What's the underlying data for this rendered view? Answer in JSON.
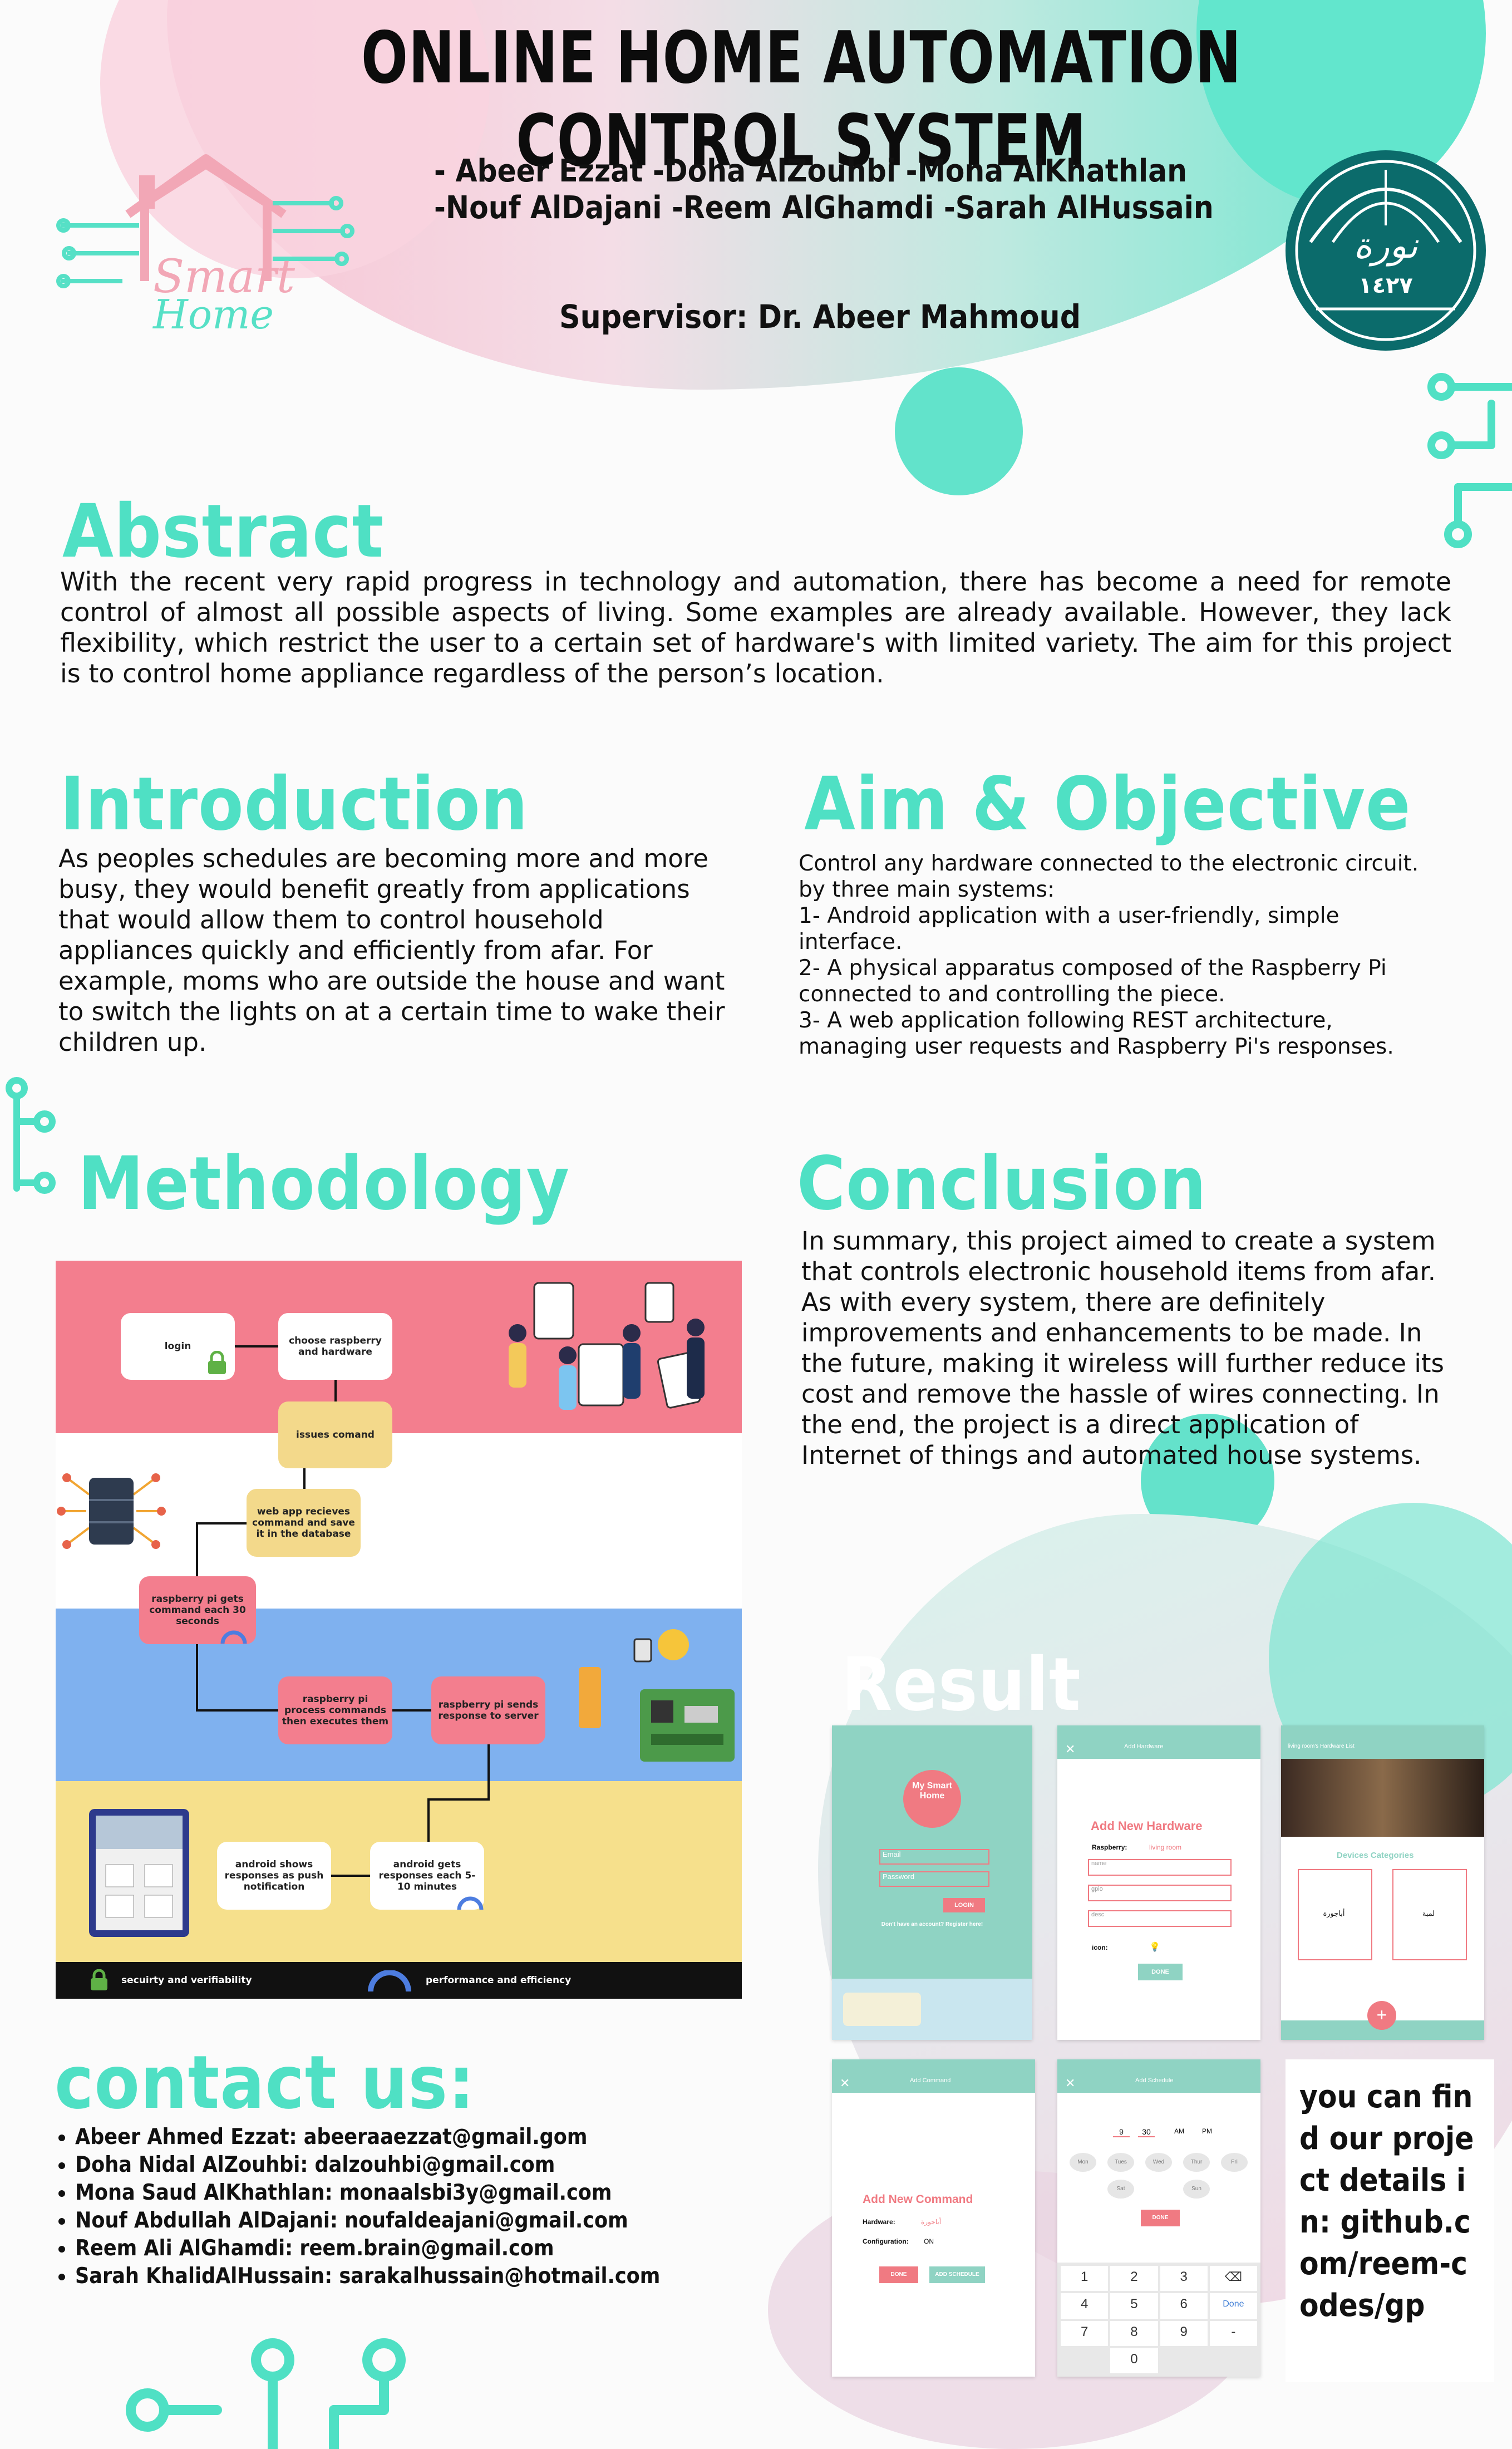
{
  "title": "ONLINE HOME AUTOMATION CONTROL SYSTEM",
  "authors": [
    "- Abeer Ezzat -Doha AlZouhbi -Mona AlKhathlan",
    "-Nouf AlDajani -Reem AlGhamdi -Sarah  AlHussain"
  ],
  "supervisor": "Supervisor: Dr. Abeer Mahmoud",
  "logo": {
    "line1": "Smart",
    "line2": "Home"
  },
  "seal": {
    "script": "نورة",
    "year": "١٤٢٧"
  },
  "abstract": {
    "heading": "Abstract",
    "text": "With the recent very rapid progress in technology and automation, there has become a need for remote control of almost all possible aspects of living. Some examples are already available. However, they lack flexibility, which restrict the user to a certain set of hardware's with limited variety. The aim for this project is to control home appliance regardless of the person’s location."
  },
  "introduction": {
    "heading": "Introduction",
    "text": "As peoples schedules are becoming more and more busy, they would benefit greatly from applications that would allow them to control household appliances quickly and efficiently from afar. For example, moms who are outside the house and want to switch the lights on at a certain time to wake their children up."
  },
  "aim": {
    "heading": "Aim & Objective",
    "lines": [
      "Control any hardware connected to the electronic circuit.",
      "by three main systems:",
      "1- Android application with a user-friendly, simple interface.",
      "2- A physical apparatus composed of the Raspberry Pi connected to and controlling the piece.",
      "3- A web application following REST architecture, managing user requests and Raspberry Pi's responses."
    ]
  },
  "methodology": {
    "heading": "Methodology",
    "boxes": {
      "login": "login",
      "choose": "choose raspberry and hardware",
      "issues": "issues comand",
      "webapp": "web app recieves command and save it in the database",
      "rpi_gets": "raspberry pi gets command each 30 seconds",
      "rpi_process": "raspberry pi  process commands then executes them",
      "rpi_sends": "raspberry pi  sends response to server",
      "android_gets": "android gets responses each 5-10 minutes",
      "android_shows": "android shows responses as push notification"
    },
    "legend": {
      "security": "secuirty and verifiability",
      "performance": "performance and efficiency"
    }
  },
  "conclusion": {
    "heading": "Conclusion",
    "text": "In summary, this project aimed to create a system that controls electronic household items from afar. As with every system, there are definitely improvements and enhancements to be made. In the future, making it wireless will further reduce its cost and remove the hassle of wires connecting. In the end, the project is a direct application of Internet of things and automated house systems."
  },
  "result": {
    "heading": "Result",
    "screens": {
      "login": {
        "logo": "My Smart Home",
        "email": "Email",
        "password": "Password",
        "button": "LOGIN",
        "register": "Don't have an account? Register here!"
      },
      "add_hardware": {
        "topbar": "Add Hardware",
        "title": "Add New Hardware",
        "raspberry_label": "Raspberry:",
        "raspberry_value": "living room",
        "name": "name",
        "gpio": "gpio",
        "desc": "desc",
        "icon_label": "icon:",
        "button": "DONE"
      },
      "devices": {
        "topbar": "living room's Hardware List",
        "title": "Devices Categories",
        "item1": "أباجورة",
        "item2": "لمبة"
      },
      "add_command": {
        "topbar": "Add Command",
        "title": "Add New Command",
        "hardware_label": "Hardware:",
        "hardware_value": "أباجورة",
        "config_label": "Configuration:",
        "config_value": "ON",
        "btn_done": "DONE",
        "btn_schedule": "ADD SCHEDULE"
      },
      "add_schedule": {
        "topbar": "Add Schedule",
        "hour": "9",
        "minute": "30",
        "am": "AM",
        "pm": "PM",
        "days": [
          "Mon",
          "Tues",
          "Wed",
          "Thur",
          "Fri",
          "Sat",
          "Sun"
        ],
        "button": "DONE",
        "keys": [
          "1",
          "2",
          "3",
          "⌫",
          "4",
          "5",
          "6",
          "Done",
          "7",
          "8",
          "9",
          "-",
          "",
          "0",
          "",
          ""
        ]
      }
    },
    "github_note": "you can find our project details in: github.com/reem-codes/gp"
  },
  "contact": {
    "heading": "contact us:",
    "items": [
      "Abeer Ahmed Ezzat: abeeraaezzat@gmail.gom",
      "Doha Nidal AlZouhbi: dalzouhbi@gmail.com",
      "Mona Saud AlKhathlan:  monaalsbi3y@gmail.com",
      "Nouf Abdullah AlDajani: noufaldeajani@gmail.com",
      "Reem Ali AlGhamdi: reem.brain@gmail.com",
      "Sarah KhalidAlHussain: sarakalhussain@hotmail.com"
    ]
  },
  "colors": {
    "accent": "#4fe0c4",
    "pink": "#f6c6d6",
    "flow_pink": "#f37e8e",
    "flow_blue": "#7fb1ef",
    "flow_yellow": "#f6e08c",
    "box_yellow": "#f3d98b"
  }
}
